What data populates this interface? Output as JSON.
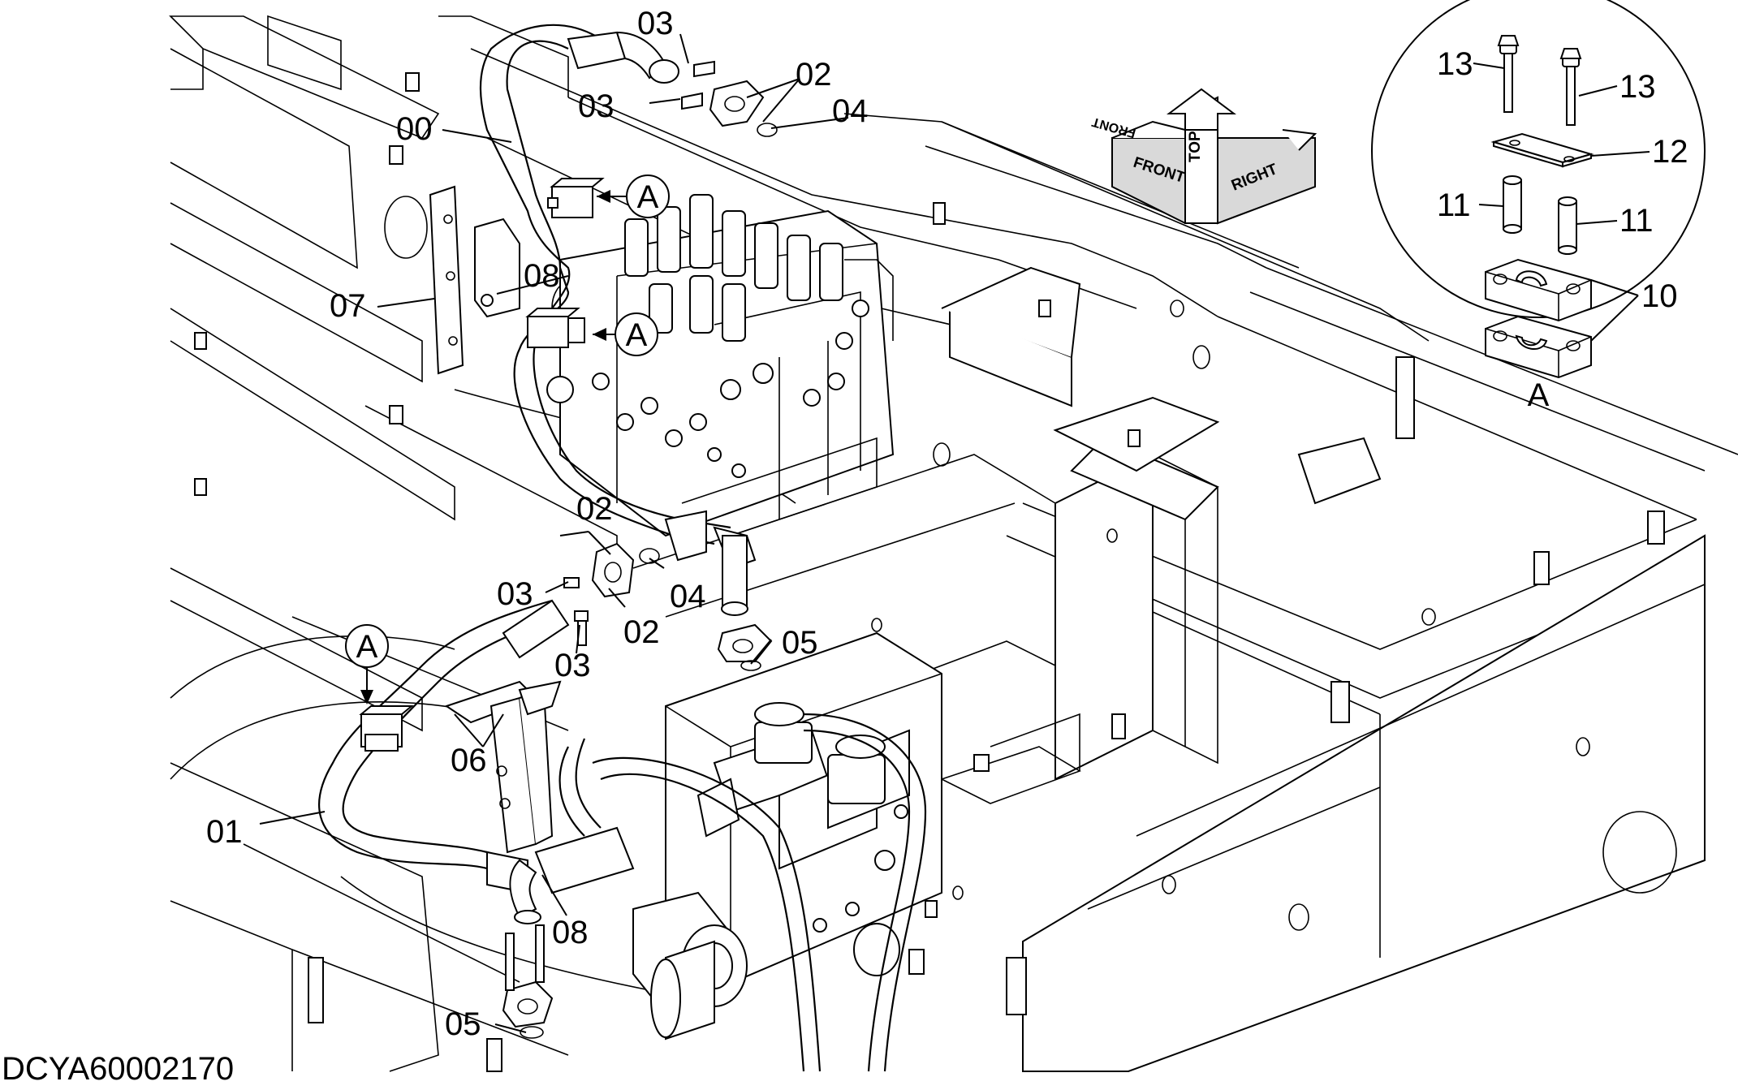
{
  "document": {
    "drawing_id": "DCYA60002170"
  },
  "direction_indicator": {
    "front": "FRONT",
    "top": "TOP",
    "right": "RIGHT"
  },
  "detail_view": {
    "label": "A",
    "parts": [
      "13",
      "13",
      "12",
      "11",
      "11",
      "10"
    ]
  },
  "view_markers": [
    "A",
    "A",
    "A"
  ],
  "callouts": [
    {
      "id": "c-03-top1",
      "label": "03"
    },
    {
      "id": "c-02-top",
      "label": "02"
    },
    {
      "id": "c-03-top2",
      "label": "03"
    },
    {
      "id": "c-04-top",
      "label": "04"
    },
    {
      "id": "c-00",
      "label": "00"
    },
    {
      "id": "c-08-top",
      "label": "08"
    },
    {
      "id": "c-07",
      "label": "07"
    },
    {
      "id": "c-02-mid",
      "label": "02"
    },
    {
      "id": "c-03-mid1",
      "label": "03"
    },
    {
      "id": "c-04-mid",
      "label": "04"
    },
    {
      "id": "c-02-mid2",
      "label": "02"
    },
    {
      "id": "c-03-mid2",
      "label": "03"
    },
    {
      "id": "c-05-mid",
      "label": "05"
    },
    {
      "id": "c-06",
      "label": "06"
    },
    {
      "id": "c-01",
      "label": "01"
    },
    {
      "id": "c-08-bot",
      "label": "08"
    },
    {
      "id": "c-05-bot",
      "label": "05"
    }
  ],
  "colors": {
    "line": "#000000",
    "background": "#ffffff"
  }
}
